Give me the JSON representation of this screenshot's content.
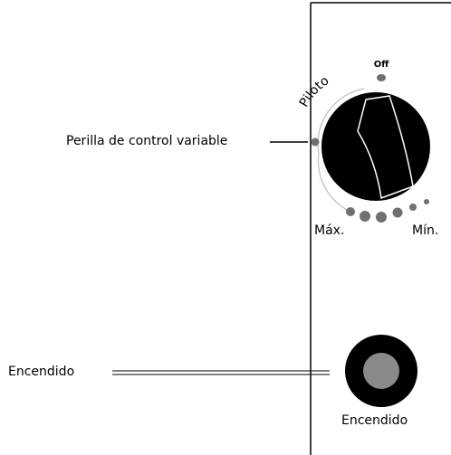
{
  "callouts": {
    "control_knob": "Perilla de control variable",
    "igniter": "Encendido"
  },
  "dial": {
    "off_label": "Off",
    "pilot_label": "Piloto",
    "max_label": "Máx.",
    "min_label": "Mín."
  },
  "igniter_button": {
    "label": "Encendido"
  },
  "colors": {
    "panel_border": "#000000",
    "knob_fill": "#000000",
    "knob_marker": "#ffffff",
    "dot_fill": "#707070",
    "pilot_arc": "#bdbdbd",
    "igniter_center": "#8a8a8a"
  }
}
